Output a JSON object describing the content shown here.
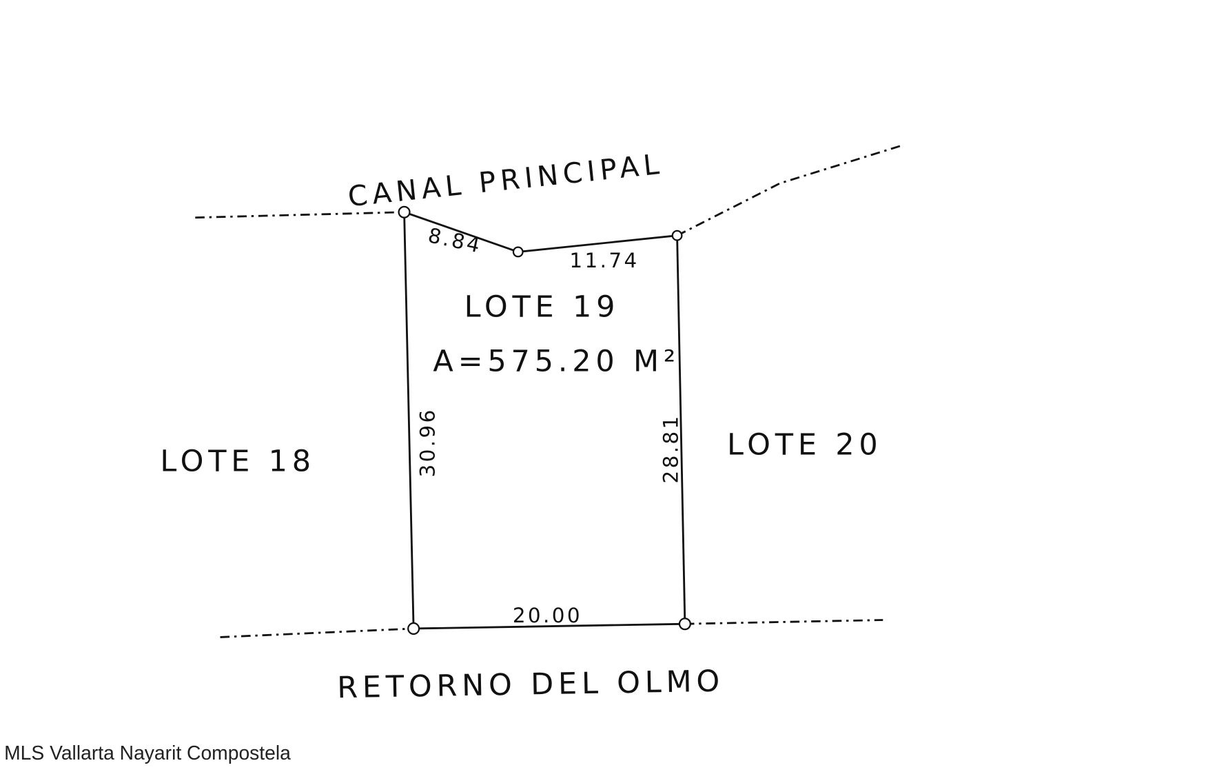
{
  "plot": {
    "lot_name": "LOTE 19",
    "area": "A=575.20 M²",
    "neighbors": {
      "left": "LOTE 18",
      "right": "LOTE 20"
    },
    "streets": {
      "top": "CANAL PRINCIPAL",
      "bottom": "RETORNO DEL OLMO"
    },
    "dimensions": {
      "top_left": "8.84",
      "top_right": "11.74",
      "left": "30.96",
      "right": "28.81",
      "bottom": "20.00"
    }
  },
  "watermark": "MLS Vallarta Nayarit Compostela"
}
